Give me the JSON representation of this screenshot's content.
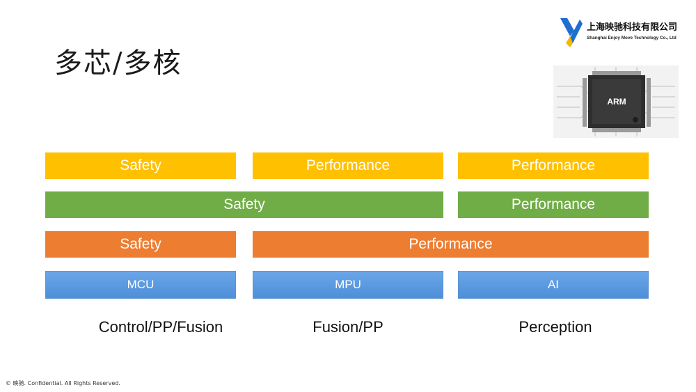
{
  "title": "多芯/多核",
  "logo": {
    "company_cn": "上海映驰科技有限公司",
    "company_en": "Shanghai Enjoy Move Technology Co., Ltd",
    "accent_blue": "#1e6fd0",
    "accent_yellow": "#f5b800"
  },
  "chip": {
    "label": "ARM"
  },
  "rows": {
    "row1": [
      "Safety",
      "Performance",
      "Performance"
    ],
    "row2": [
      "Safety",
      "Performance"
    ],
    "row3": [
      "Safety",
      "Performance"
    ],
    "row4": [
      "MCU",
      "MPU",
      "AI"
    ]
  },
  "columns": [
    "Control/PP/Fusion",
    "Fusion/PP",
    "Perception"
  ],
  "colors": {
    "yellow": "#ffc000",
    "green": "#70ad47",
    "orange": "#ed7d31",
    "blue": "#5b9bd5"
  },
  "footer": "© 映驰. Confidential. All Rights Reserved."
}
